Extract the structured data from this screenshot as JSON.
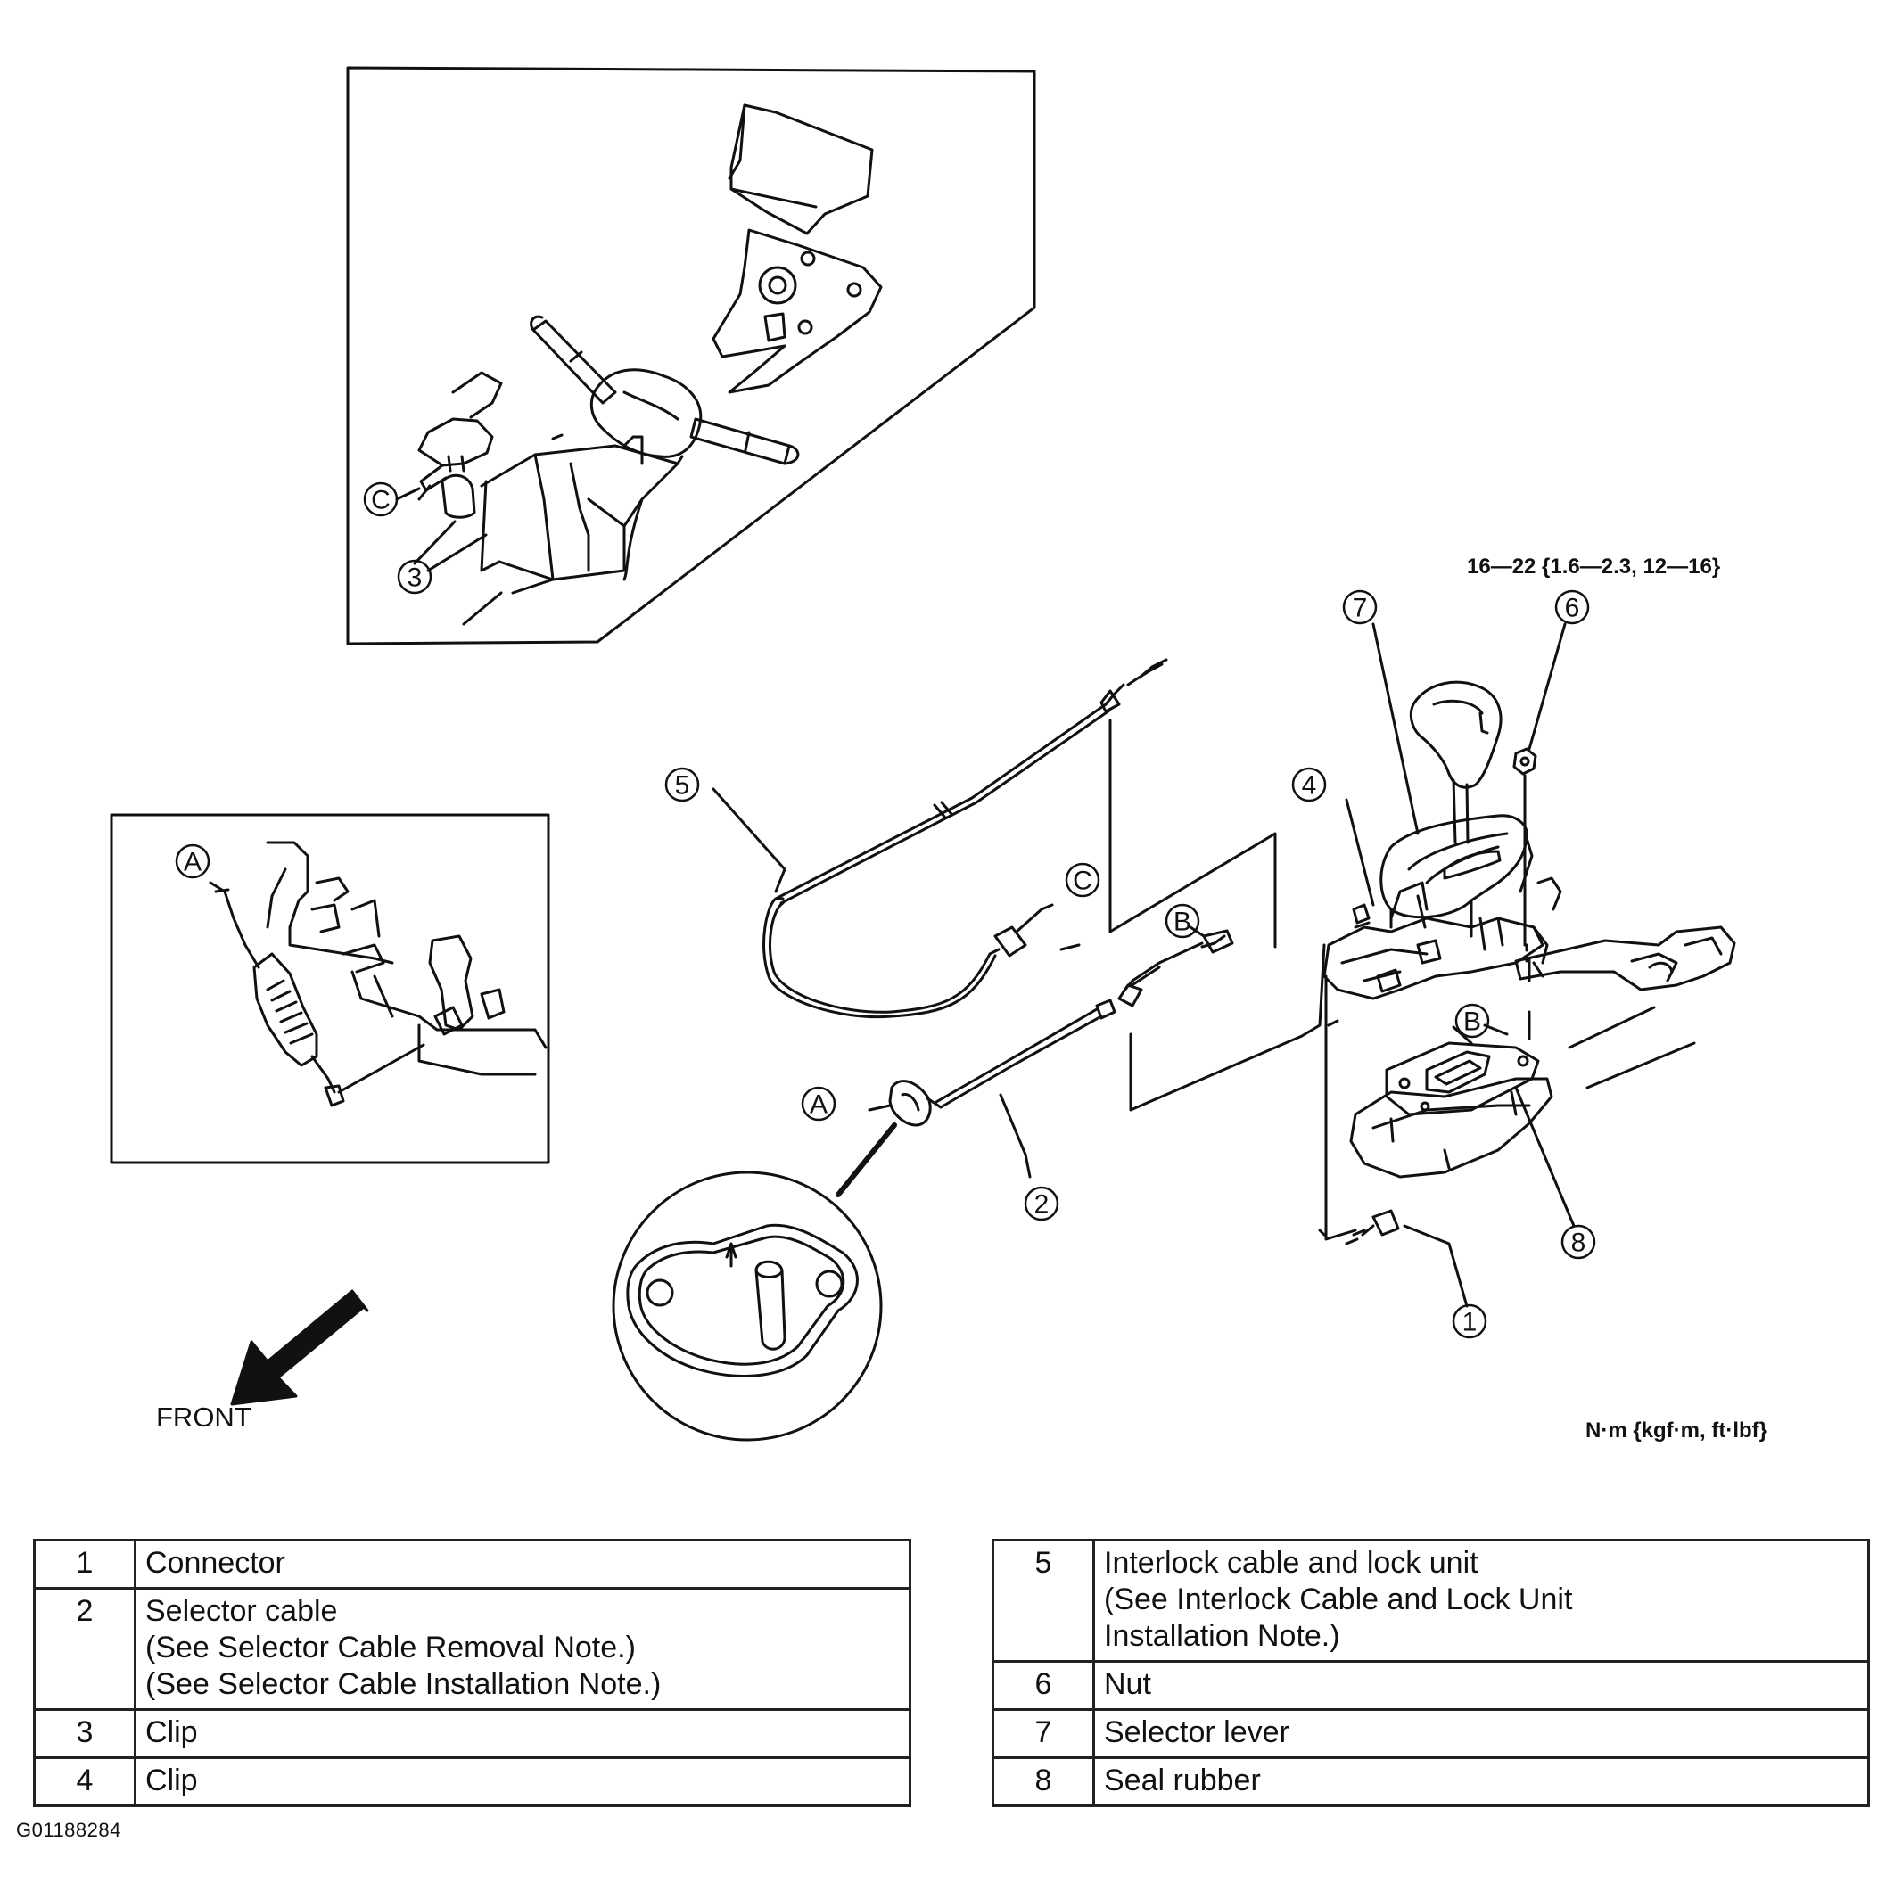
{
  "torque_spec": "16—22 {1.6—2.3, 12—16}",
  "units_note": "N·m {kgf·m, ft·lbf}",
  "front_label": "FRONT",
  "figure_id": "G01188284",
  "callouts": {
    "n1": "1",
    "n2": "2",
    "n3": "3",
    "n4": "4",
    "n5": "5",
    "n6": "6",
    "n7": "7",
    "n8": "8",
    "a1": "A",
    "a2": "A",
    "b1": "B",
    "b2": "B",
    "c1": "C",
    "c2": "C"
  },
  "parts_left": [
    {
      "num": "1",
      "desc": "Connector"
    },
    {
      "num": "2",
      "desc": "Selector cable\n(See Selector Cable Removal Note.)\n(See Selector Cable Installation Note.)"
    },
    {
      "num": "3",
      "desc": "Clip"
    },
    {
      "num": "4",
      "desc": "Clip"
    }
  ],
  "parts_right": [
    {
      "num": "5",
      "desc": "Interlock cable and lock unit\n(See Interlock Cable and Lock Unit\nInstallation Note.)"
    },
    {
      "num": "6",
      "desc": "Nut"
    },
    {
      "num": "7",
      "desc": "Selector lever"
    },
    {
      "num": "8",
      "desc": "Seal rubber"
    }
  ]
}
